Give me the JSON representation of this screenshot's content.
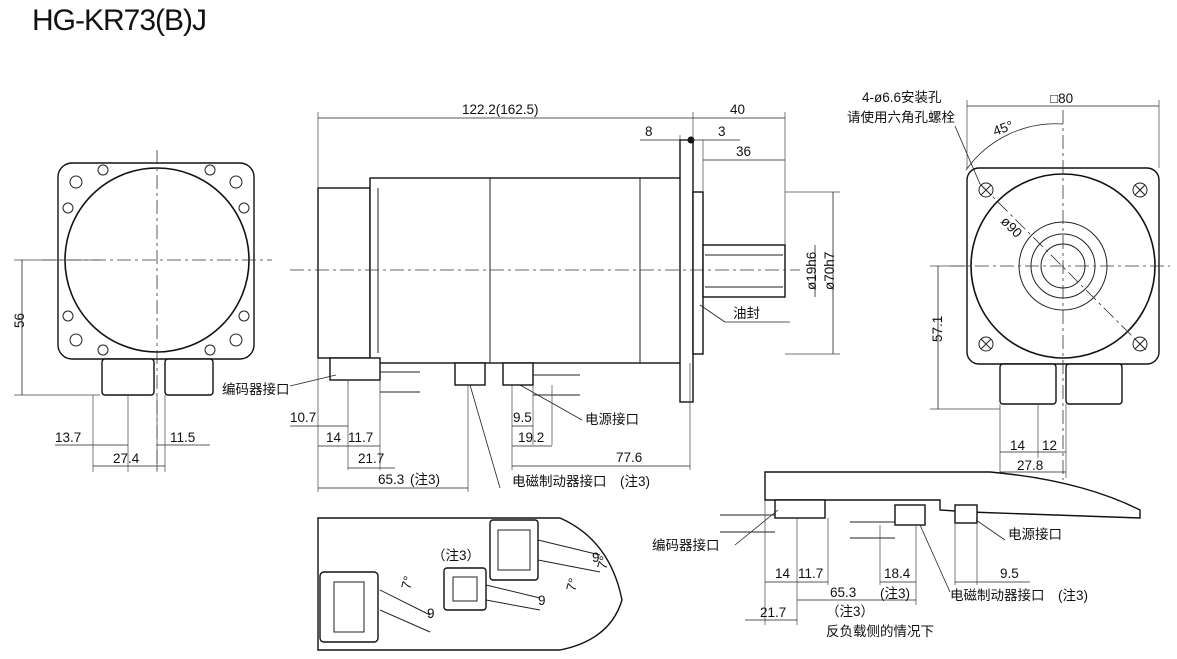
{
  "title": "HG-KR73(B)J",
  "dims": {
    "d56": "56",
    "d13_7": "13.7",
    "d27_4": "27.4",
    "d11_5": "11.5",
    "d122": "122.2(162.5)",
    "d40": "40",
    "d8": "8",
    "d3": "3",
    "d36": "36",
    "d19": "ø19h6",
    "d70": "ø70h7",
    "d10_7": "10.7",
    "d14a": "14",
    "d11_7a": "11.7",
    "d21_7a": "21.7",
    "d65_3a": "65.3",
    "d9_5a": "9.5",
    "d19_2": "19.2",
    "d77_6": "77.6",
    "d80": "□80",
    "d45": "45°",
    "d90": "ø90",
    "d57_1": "57.1",
    "d14b": "14",
    "d12": "12",
    "d27_8": "27.8",
    "d14c": "14",
    "d11_7c": "11.7",
    "d65_3c": "65.3",
    "d18_4": "18.4",
    "d9_5c": "9.5",
    "d21_7c": "21.7",
    "d7a": "7°",
    "d7b": "7°",
    "d7c": "7°",
    "d9a": "9",
    "d9b": "9",
    "d9c": "9"
  },
  "labels": {
    "encoder": "编码器接口",
    "power": "电源接口",
    "oil_seal": "油封",
    "brake": "电磁制动器接口",
    "note3": "（注3）",
    "note3_short": "(注3)",
    "note3_b": "（注3）",
    "mount1": "4-ø6.6安装孔",
    "mount2": "请使用六角孔螺栓",
    "encoder2": "编码器接口",
    "power2": "电源接口",
    "brake2": "电磁制动器接口",
    "note3_c": "(注3)",
    "note3_d": "(注3)",
    "note3_e": "（注3）",
    "anti_load": "反负载侧的情况下"
  }
}
